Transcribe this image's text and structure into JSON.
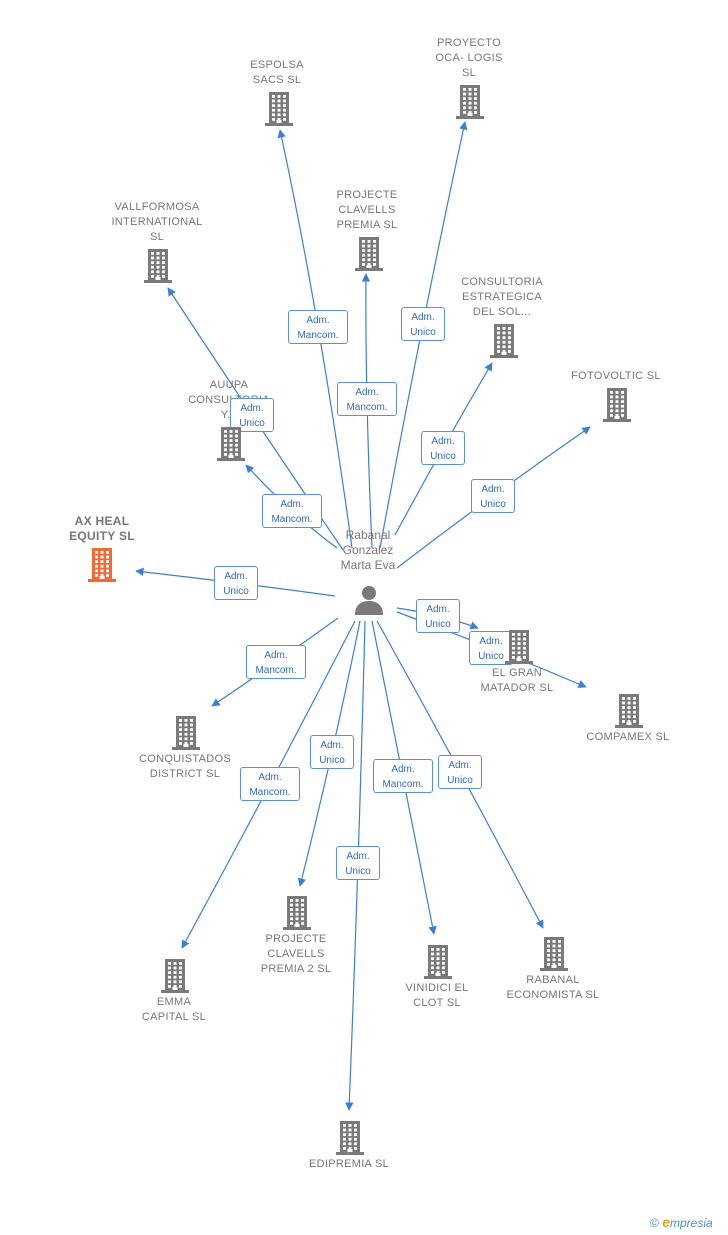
{
  "center": {
    "name": "Rabanal\nGonzalez\nMarta Eva",
    "icon": "person-icon"
  },
  "colors": {
    "edge": "#3b7fd4",
    "building": "#7a7a7a",
    "highlight": "#f06a35",
    "text": "#777777"
  },
  "nodes": [
    {
      "id": "espolsa",
      "label": "ESPOLSA\nSACS  SL",
      "highlight": false
    },
    {
      "id": "proyecto",
      "label": "PROYECTO\nOCA- LOGIS\nSL",
      "highlight": false
    },
    {
      "id": "projecte",
      "label": "PROJECTE\nCLAVELLS\nPREMIA  SL",
      "highlight": false
    },
    {
      "id": "vallformosa",
      "label": "VALLFORMOSA\nINTERNATIONAL\nSL",
      "highlight": false
    },
    {
      "id": "consultoria",
      "label": "CONSULTORIA\nESTRATEGICA\nDEL SOL...",
      "highlight": false
    },
    {
      "id": "fotovoltic",
      "label": "FOTOVOLTIC SL",
      "highlight": false
    },
    {
      "id": "auupa",
      "label": "AUUPA\nCONSULTORIA\nY...",
      "highlight": false
    },
    {
      "id": "axheal",
      "label": "AX HEAL\nEQUITY  SL",
      "highlight": true
    },
    {
      "id": "elgran",
      "label": "EL GRAN\nMATADOR  SL",
      "highlight": false
    },
    {
      "id": "compamex",
      "label": "COMPAMEX SL",
      "highlight": false
    },
    {
      "id": "conquistados",
      "label": "CONQUISTADOS\nDISTRICT  SL",
      "highlight": false
    },
    {
      "id": "emma",
      "label": "EMMA\nCAPITAL  SL",
      "highlight": false
    },
    {
      "id": "projecte2",
      "label": "PROJECTE\nCLAVELLS\nPREMIA 2  SL",
      "highlight": false
    },
    {
      "id": "vinidici",
      "label": "VINIDICI EL\nCLOT  SL",
      "highlight": false
    },
    {
      "id": "rabanal",
      "label": "RABANAL\nECONOMISTA SL",
      "highlight": false
    },
    {
      "id": "edipremia",
      "label": "EDIPREMIA  SL",
      "highlight": false
    }
  ],
  "edges": [
    {
      "target": "espolsa",
      "role": "Adm.\nMancom."
    },
    {
      "target": "proyecto",
      "role": "Adm.\nUnico"
    },
    {
      "target": "projecte",
      "role": "Adm.\nMancom."
    },
    {
      "target": "vallformosa",
      "role": "Adm.\nUnico"
    },
    {
      "target": "consultoria",
      "role": "Adm.\nUnico"
    },
    {
      "target": "fotovoltic",
      "role": "Adm.\nUnico"
    },
    {
      "target": "auupa",
      "role": "Adm.\nMancom."
    },
    {
      "target": "axheal",
      "role": "Adm.\nUnico"
    },
    {
      "target": "elgran",
      "role": "Adm.\nUnico"
    },
    {
      "target": "compamex",
      "role": "Adm.\nUnico"
    },
    {
      "target": "conquistados",
      "role": "Adm.\nMancom."
    },
    {
      "target": "emma",
      "role": "Adm.\nMancom."
    },
    {
      "target": "projecte2",
      "role": "Adm.\nUnico"
    },
    {
      "target": "vinidici",
      "role": "Adm.\nMancom."
    },
    {
      "target": "rabanal",
      "role": "Adm.\nUnico"
    },
    {
      "target": "edipremia",
      "role": "Adm.\nUnico"
    }
  ],
  "footer": {
    "copyright": "©",
    "brand_initial": "e",
    "brand_rest": "mpresia"
  }
}
